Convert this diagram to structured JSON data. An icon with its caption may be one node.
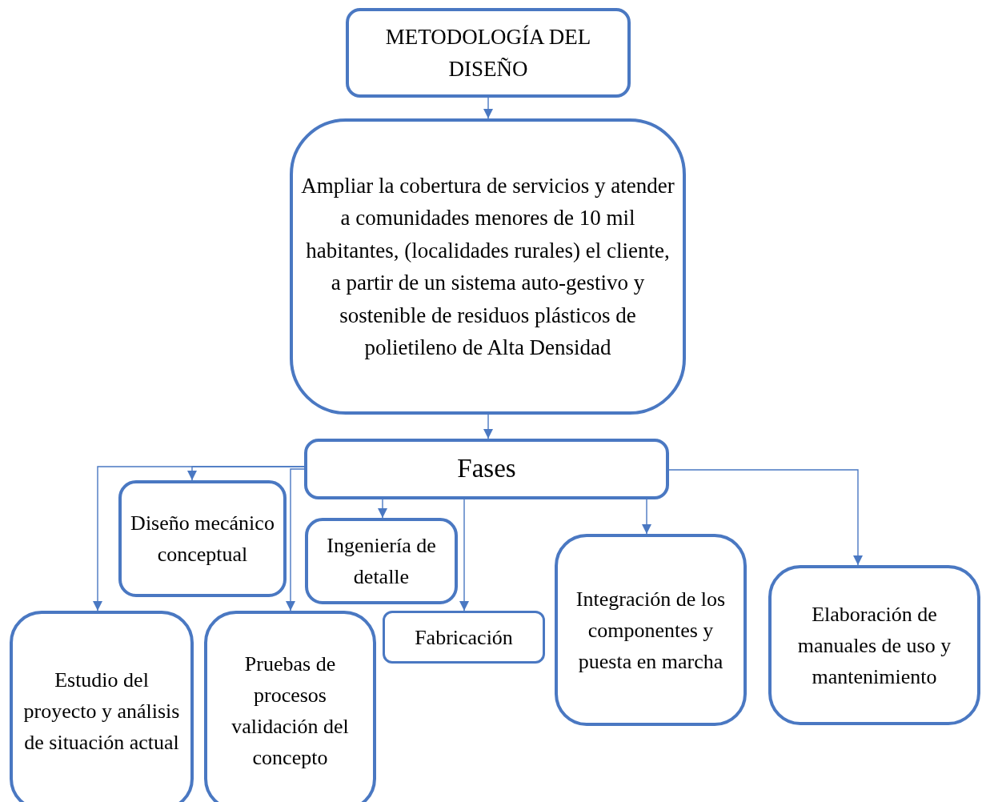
{
  "diagram": {
    "nodes": [
      {
        "text": [
          "METODOLOGÍA DEL DISEÑO"
        ]
      },
      {
        "text": [
          "Ampliar la cobertura de servicios y atender a comunidades menores de 10 mil habitantes, (localidades rurales) el cliente, a partir de un sistema auto-gestivo y sostenible de residuos plásticos de polietileno de Alta Densidad"
        ]
      },
      {
        "text": [
          "Fases"
        ]
      },
      {
        "text": [
          "Diseño mecánico conceptual"
        ]
      },
      {
        "text": [
          "Ingeniería de detalle"
        ]
      },
      {
        "text": [
          "Integración de los componentes y puesta en marcha"
        ]
      },
      {
        "text": [
          "Elaboración de manuales de uso y mantenimiento"
        ]
      },
      {
        "text": [
          "Estudio del proyecto y análisis de situación actual"
        ]
      },
      {
        "text": [
          "Pruebas de procesos validación del concepto"
        ]
      },
      {
        "text": [
          "Fabricación"
        ]
      }
    ],
    "edges": [
      {
        "from": 0,
        "to": 1,
        "arrow": "to"
      },
      {
        "from": 1,
        "to": 2,
        "arrow": "to"
      },
      {
        "from": 2,
        "to": 7,
        "arrow": "to"
      },
      {
        "from": 2,
        "to": 3,
        "arrow": "to"
      },
      {
        "from": 2,
        "to": 8,
        "arrow": "to"
      },
      {
        "from": 2,
        "to": 4,
        "arrow": "to"
      },
      {
        "from": 2,
        "to": 9,
        "arrow": "to"
      },
      {
        "from": 2,
        "to": 5,
        "arrow": "to"
      },
      {
        "from": 2,
        "to": 6,
        "arrow": "to"
      }
    ]
  }
}
